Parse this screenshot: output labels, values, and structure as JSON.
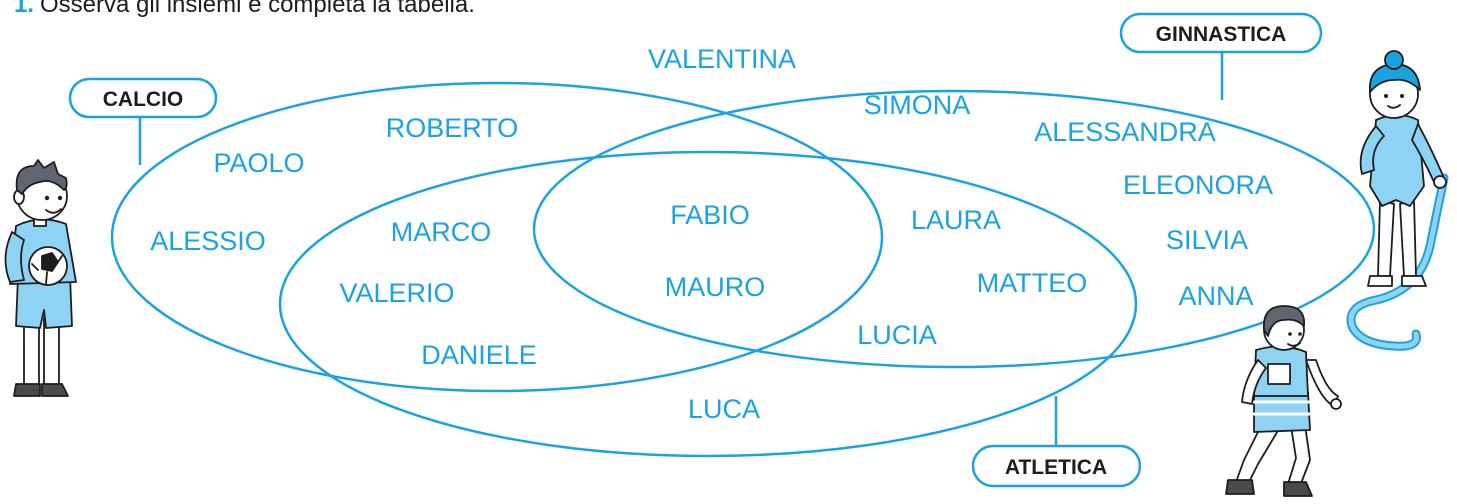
{
  "exercise": {
    "number": "1.",
    "instruction": "Osserva gli insiemi e completa la tabella."
  },
  "sets": {
    "calcio": {
      "label": "CALCIO",
      "color": "#1aa3e0"
    },
    "ginnastica": {
      "label": "GINNASTICA",
      "color": "#1aa3e0"
    },
    "atletica": {
      "label": "ATLETICA",
      "color": "#1aa3e0"
    }
  },
  "names": {
    "valentina": "VALENTINA",
    "roberto": "ROBERTO",
    "paolo": "PAOLO",
    "alessio": "ALESSIO",
    "simona": "SIMONA",
    "alessandra": "ALESSANDRA",
    "eleonora": "ELEONORA",
    "silvia": "SILVIA",
    "anna": "ANNA",
    "marco": "MARCO",
    "valerio": "VALERIO",
    "daniele": "DANIELE",
    "fabio": "FABIO",
    "mauro": "MAURO",
    "laura": "LAURA",
    "matteo": "MATTEO",
    "lucia": "LUCIA",
    "luca": "LUCA"
  },
  "colors": {
    "accent": "#1aa3e0",
    "text": "#1d1d1b",
    "figure_fill": "#8fd3f4"
  }
}
